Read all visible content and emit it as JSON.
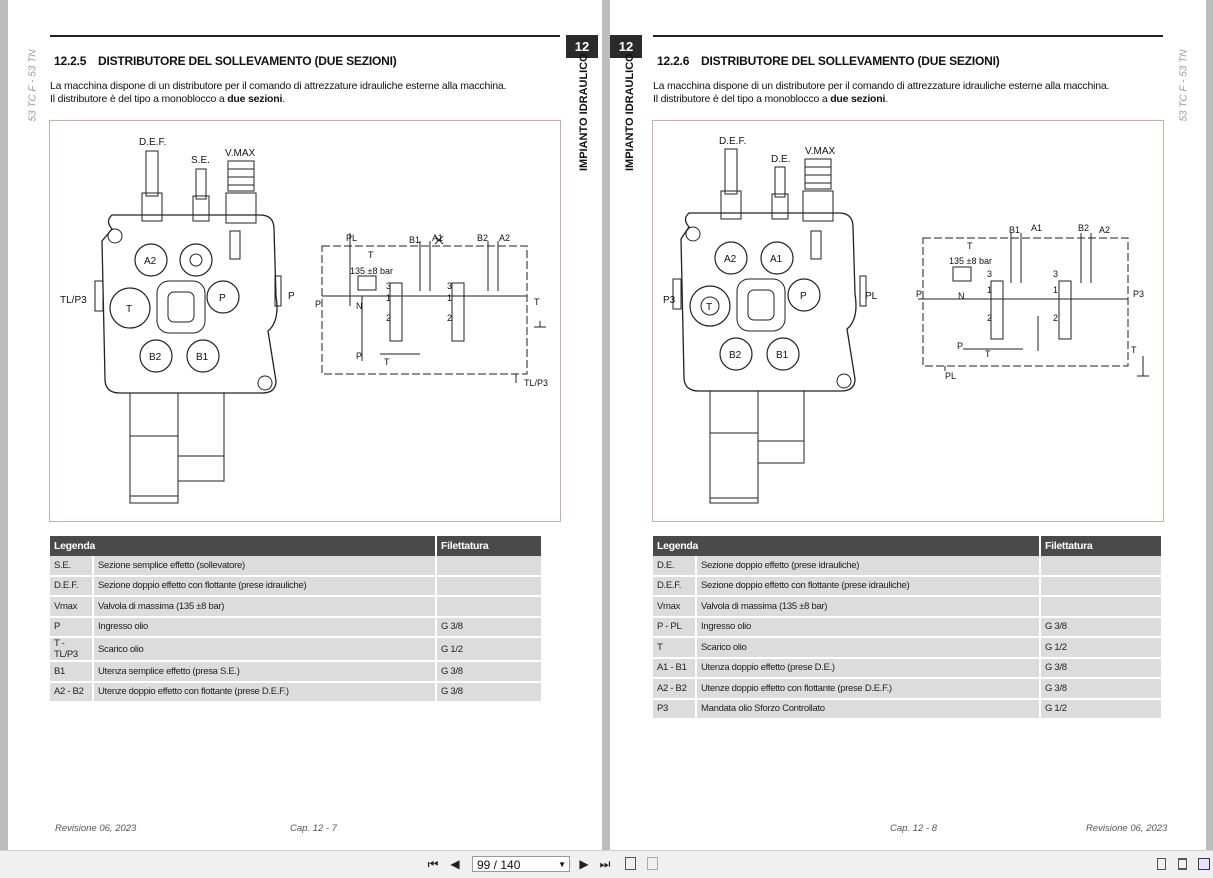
{
  "left": {
    "chapter_num": "12",
    "chapter_label": "IMPIANTO IDRAULICO",
    "model": "53 TC F - 53 TN",
    "section_number": "12.2.5",
    "section_title": "DISTRIBUTORE DEL SOLLEVAMENTO (DUE SEZIONI)",
    "intro_line1": "La macchina dispone di un distributore per il comando di attrezzature idrauliche esterne alla macchina.",
    "intro_line2_pre": "Il distributore è del tipo a monoblocco a ",
    "intro_line2_bold": "due sezioni",
    "intro_line2_post": ".",
    "drawing_labels": {
      "def": "D.E.F.",
      "se": "S.E.",
      "vmax": "V.MAX",
      "a2": "A2",
      "p_port": "P",
      "t": "T",
      "b2": "B2",
      "b1": "B1",
      "tlp3": "TL/P3",
      "p_side": "P"
    },
    "schematic_labels": {
      "pl": "PL",
      "b1": "B1",
      "a1": "A1",
      "b2": "B2",
      "a2": "A2",
      "t_top": "T",
      "relief": "135 ±8 bar",
      "p_left": "P",
      "t_right": "T",
      "tlp3": "TL/P3",
      "n": "N",
      "p_small": "P",
      "t_small": "T",
      "one_a": "1",
      "two_a": "2",
      "three_a": "3",
      "one_b": "1",
      "two_b": "2",
      "three_b": "3"
    },
    "table_header": {
      "legenda": "Legenda",
      "filettatura": "Filettatura"
    },
    "rows": [
      {
        "code": "S.E.",
        "desc": "Sezione semplice effetto (sollevatore)",
        "thread": ""
      },
      {
        "code": "D.E.F.",
        "desc": "Sezione doppio effetto con flottante (prese idrauliche)",
        "thread": ""
      },
      {
        "code": "Vmax",
        "desc": "Valvola di massima (135 ±8 bar)",
        "thread": ""
      },
      {
        "code": "P",
        "desc": "Ingresso olio",
        "thread": "G 3/8"
      },
      {
        "code": "T - TL/P3",
        "desc": "Scarico olio",
        "thread": "G 1/2"
      },
      {
        "code": "B1",
        "desc": "Utenza semplice effetto (presa S.E.)",
        "thread": "G 3/8"
      },
      {
        "code": "A2 - B2",
        "desc": "Utenze doppio effetto con flottante (prese D.E.F.)",
        "thread": "G 3/8"
      }
    ],
    "footer_rev": "Revisione 06, 2023",
    "footer_cap": "Cap. 12 - 7"
  },
  "right": {
    "chapter_num": "12",
    "chapter_label": "IMPIANTO IDRAULICO",
    "model": "53 TC F - 53 TN",
    "section_number": "12.2.6",
    "section_title": "DISTRIBUTORE DEL SOLLEVAMENTO (DUE SEZIONI)",
    "intro_line1": "La macchina dispone di un distributore per il comando di attrezzature idrauliche esterne alla macchina.",
    "intro_line2_pre": "Il distributore è del tipo a monoblocco a ",
    "intro_line2_bold": "due sezioni",
    "intro_line2_post": ".",
    "drawing_labels": {
      "def": "D.E.F.",
      "de": "D.E.",
      "vmax": "V.MAX",
      "a2": "A2",
      "a1": "A1",
      "p_port": "P",
      "t": "T",
      "b2": "B2",
      "b1": "B1",
      "p3": "P3",
      "pl": "PL"
    },
    "schematic_labels": {
      "b1": "B1",
      "a1": "A1",
      "b2": "B2",
      "a2": "A2",
      "t_top": "T",
      "relief": "135 ±8 bar",
      "p_left": "P",
      "p3": "P3",
      "n": "N",
      "p_small": "P",
      "t_small": "T",
      "t_right": "T",
      "pl": "PL",
      "one_a": "1",
      "two_a": "2",
      "three_a": "3",
      "one_b": "1",
      "two_b": "2",
      "three_b": "3"
    },
    "table_header": {
      "legenda": "Legenda",
      "filettatura": "Filettatura"
    },
    "rows": [
      {
        "code": "D.E.",
        "desc": "Sezione doppio effetto (prese idrauliche)",
        "thread": ""
      },
      {
        "code": "D.E.F.",
        "desc": "Sezione doppio effetto con flottante (prese idrauliche)",
        "thread": ""
      },
      {
        "code": "Vmax",
        "desc": "Valvola di massima (135 ±8 bar)",
        "thread": ""
      },
      {
        "code": "P - PL",
        "desc": "Ingresso olio",
        "thread": "G 3/8"
      },
      {
        "code": "T",
        "desc": "Scarico olio",
        "thread": "G 1/2"
      },
      {
        "code": "A1 - B1",
        "desc": "Utenza doppio effetto (prese D.E.)",
        "thread": "G 3/8"
      },
      {
        "code": "A2 - B2",
        "desc": "Utenze doppio effetto con flottante (prese D.E.F.)",
        "thread": "G 3/8"
      },
      {
        "code": "P3",
        "desc": "Mandata olio Sforzo Controllato",
        "thread": "G 1/2"
      }
    ],
    "footer_rev": "Revisione 06, 2023",
    "footer_cap": "Cap. 12 - 8"
  },
  "toolbar": {
    "page_indicator": "99 / 140",
    "first_page_icon": "first-page-icon",
    "prev_page_icon": "prev-page-icon",
    "next_page_icon": "next-page-icon",
    "last_page_icon": "last-page-icon"
  }
}
